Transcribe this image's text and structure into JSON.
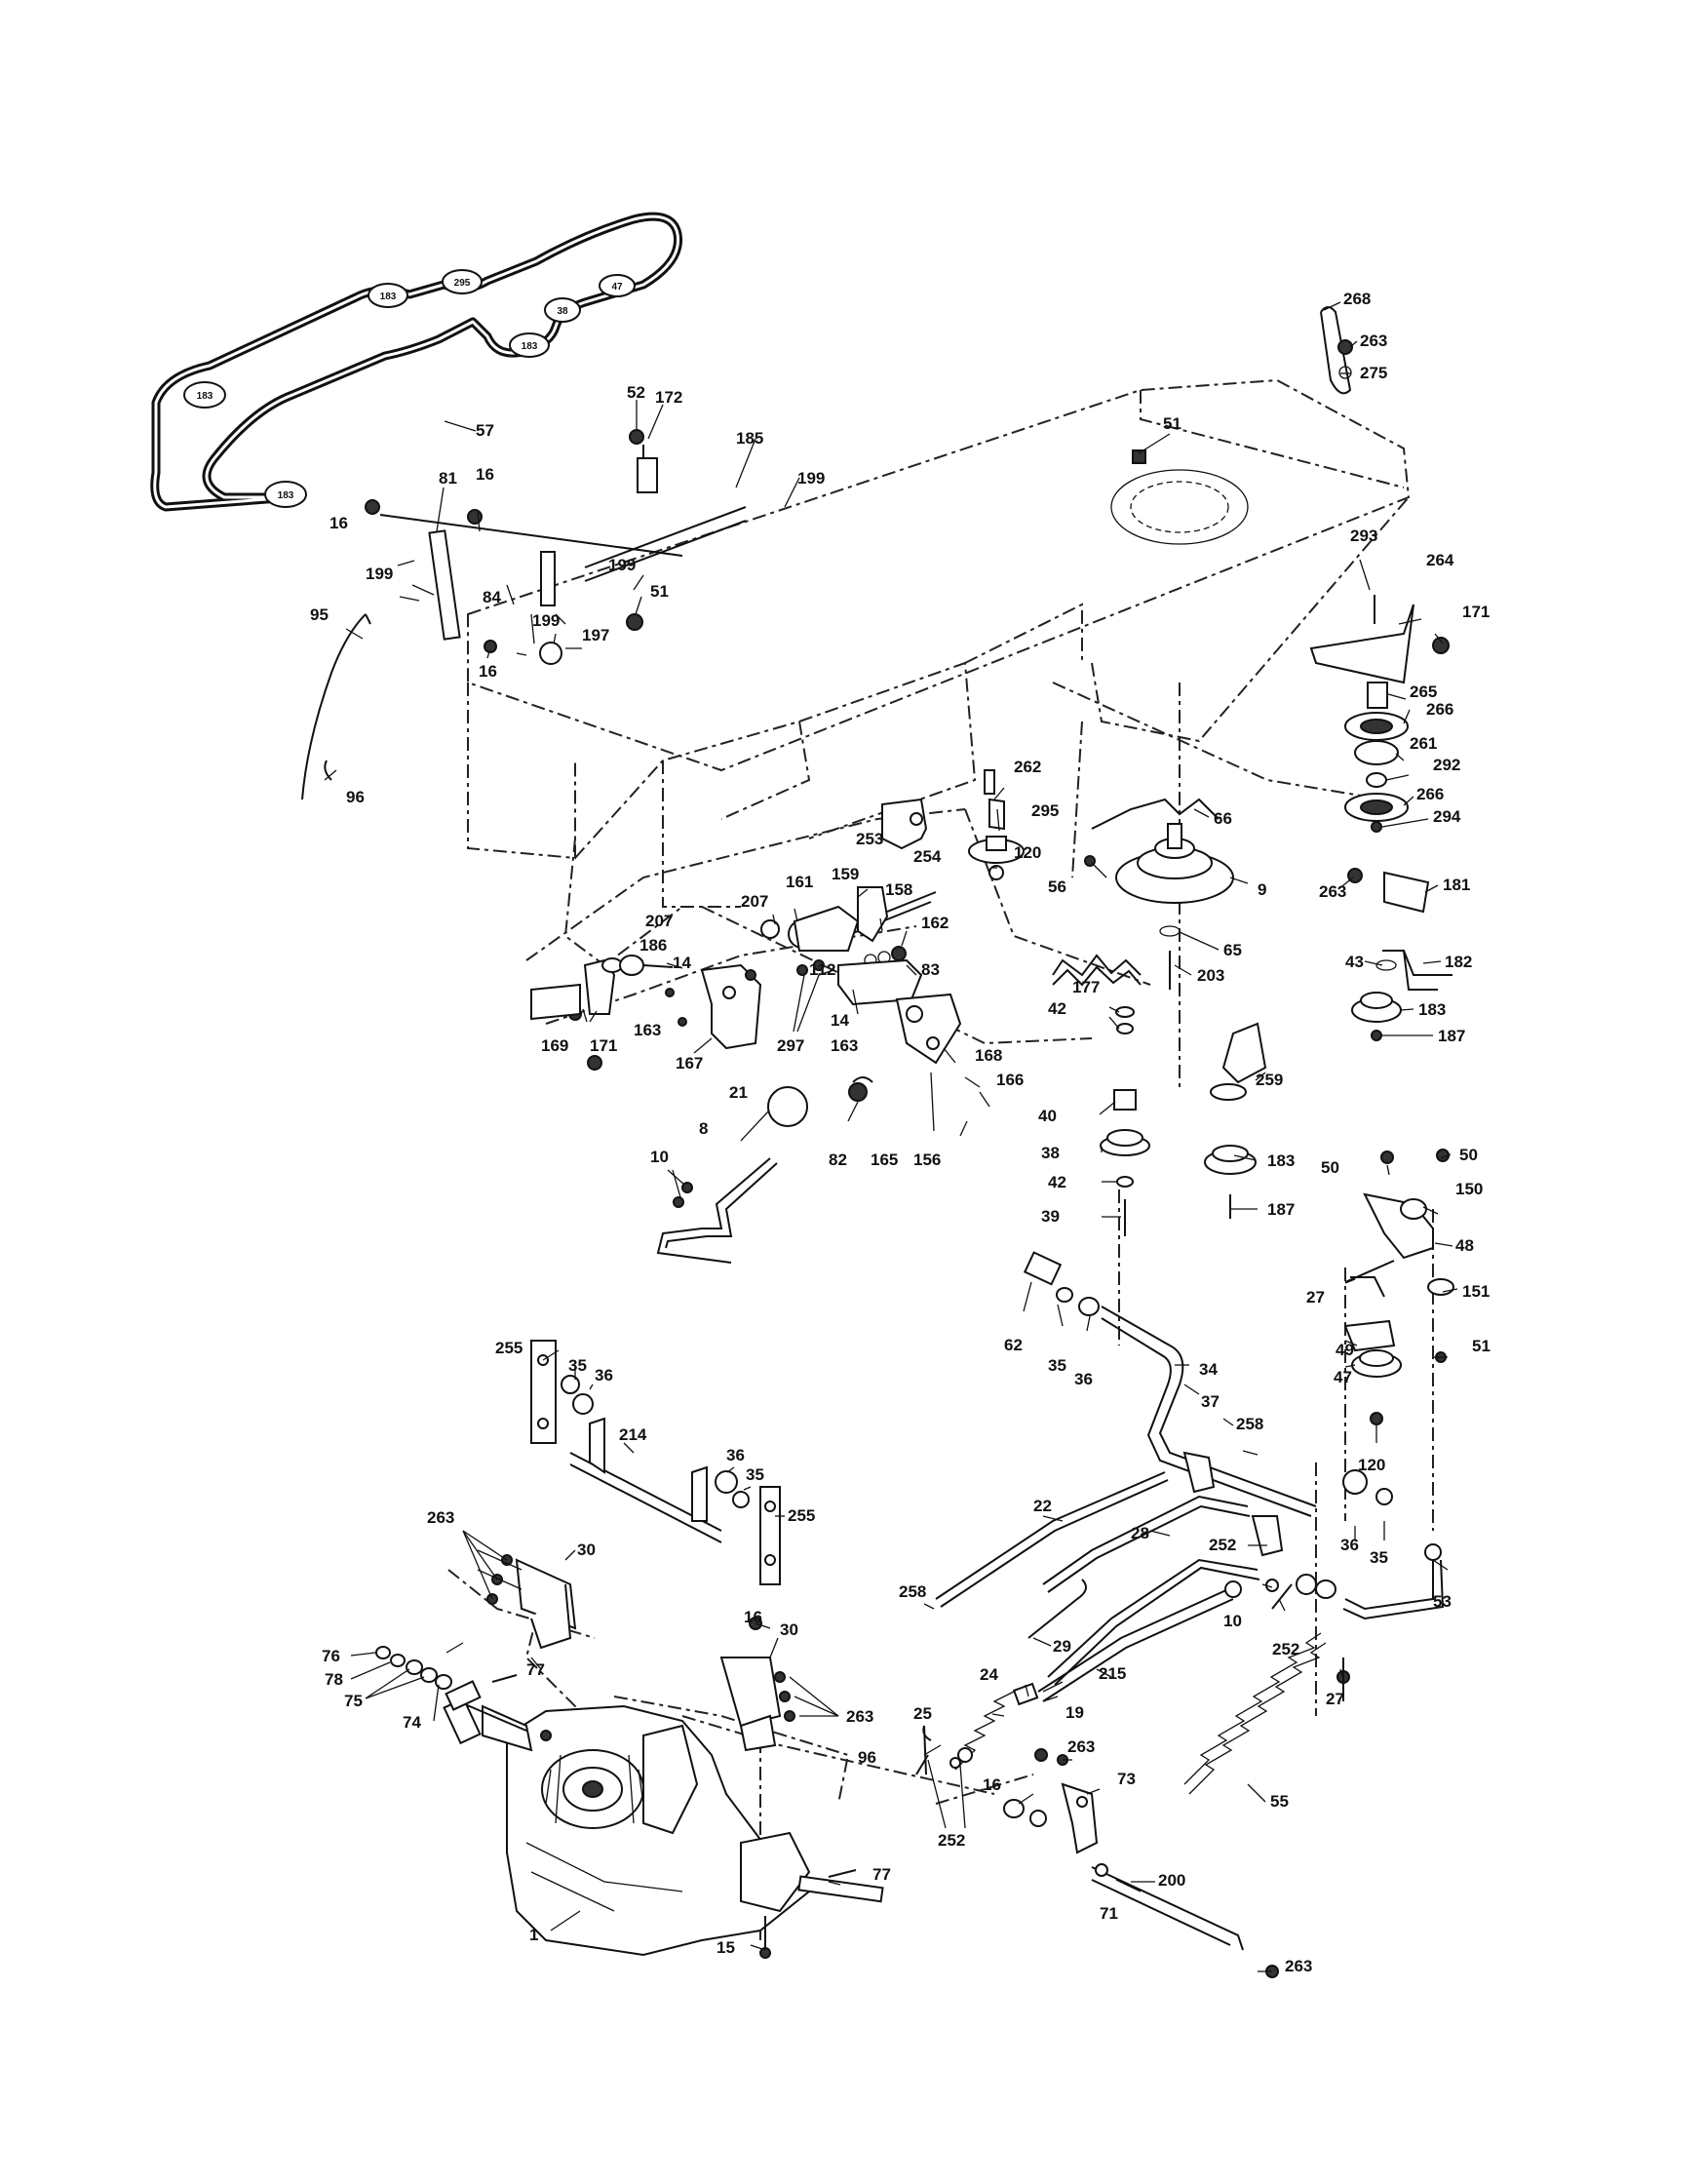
{
  "belt_pulley_labels": [
    "183",
    "295",
    "38",
    "47",
    "183",
    "183",
    "183"
  ],
  "callouts": {
    "c57": "57",
    "c52": "52",
    "c172": "172",
    "c185": "185",
    "c199a": "199",
    "c16a": "16",
    "c81": "81",
    "c16b": "16",
    "c199b": "199",
    "c51a": "51",
    "c199c": "199",
    "c84": "84",
    "c199d": "199",
    "c197": "197",
    "c16c": "16",
    "c95": "95",
    "c96a": "96",
    "c51b": "51",
    "c268": "268",
    "c263a": "263",
    "c275": "275",
    "c293": "293",
    "c264": "264",
    "c171a": "171",
    "c265": "265",
    "c266a": "266",
    "c261": "261",
    "c292": "292",
    "c266b": "266",
    "c294": "294",
    "c66": "66",
    "c262": "262",
    "c295": "295",
    "c253": "253",
    "c254": "254",
    "c120a": "120",
    "c56": "56",
    "c9": "9",
    "c263b": "263",
    "c181": "181",
    "c65": "65",
    "c43": "43",
    "c182": "182",
    "c183a": "183",
    "c187a": "187",
    "c203": "203",
    "c161": "161",
    "c159": "159",
    "c158": "158",
    "c207a": "207",
    "c207b": "207",
    "c162": "162",
    "c186": "186",
    "c14a": "14",
    "c112": "112",
    "c83": "83",
    "c14b": "14",
    "c169": "169",
    "c171b": "171",
    "c163a": "163",
    "c167": "167",
    "c297": "297",
    "c163b": "163",
    "c177": "177",
    "c42a": "42",
    "c259": "259",
    "c168": "168",
    "c166": "166",
    "c21": "21",
    "c8": "8",
    "c40": "40",
    "c82": "82",
    "c165": "165",
    "c156": "156",
    "c38": "38",
    "c183b": "183",
    "c10a": "10",
    "c42b": "42",
    "c50a": "50",
    "c50b": "50",
    "c150": "150",
    "c39": "39",
    "c187b": "187",
    "c48": "48",
    "c27a": "27",
    "c151": "151",
    "c62": "62",
    "c35a": "35",
    "c36a": "36",
    "c34": "34",
    "c49": "49",
    "c51c": "51",
    "c47": "47",
    "c255a": "255",
    "c35b": "35",
    "c36b": "36",
    "c37": "37",
    "c214": "214",
    "c36c": "36",
    "c35c": "35",
    "c120b": "120",
    "c258a": "258",
    "c255b": "255",
    "c22": "22",
    "c263c": "263",
    "c30a": "30",
    "c28": "28",
    "c252a": "252",
    "c36d": "36",
    "c35d": "35",
    "c258b": "258",
    "c53": "53",
    "c10b": "10",
    "c16d": "16",
    "c30b": "30",
    "c29": "29",
    "c252b": "252",
    "c76": "76",
    "c78": "78",
    "c77a": "77",
    "c75": "75",
    "c74": "74",
    "c215": "215",
    "c27b": "27",
    "c24": "24",
    "c263d": "263",
    "c25": "25",
    "c19": "19",
    "c263e": "263",
    "c96b": "96",
    "c73": "73",
    "c16e": "16",
    "c55": "55",
    "c252c": "252",
    "c200": "200",
    "c77b": "77",
    "c1": "1",
    "c71": "71",
    "c263f": "263",
    "c15": "15"
  }
}
